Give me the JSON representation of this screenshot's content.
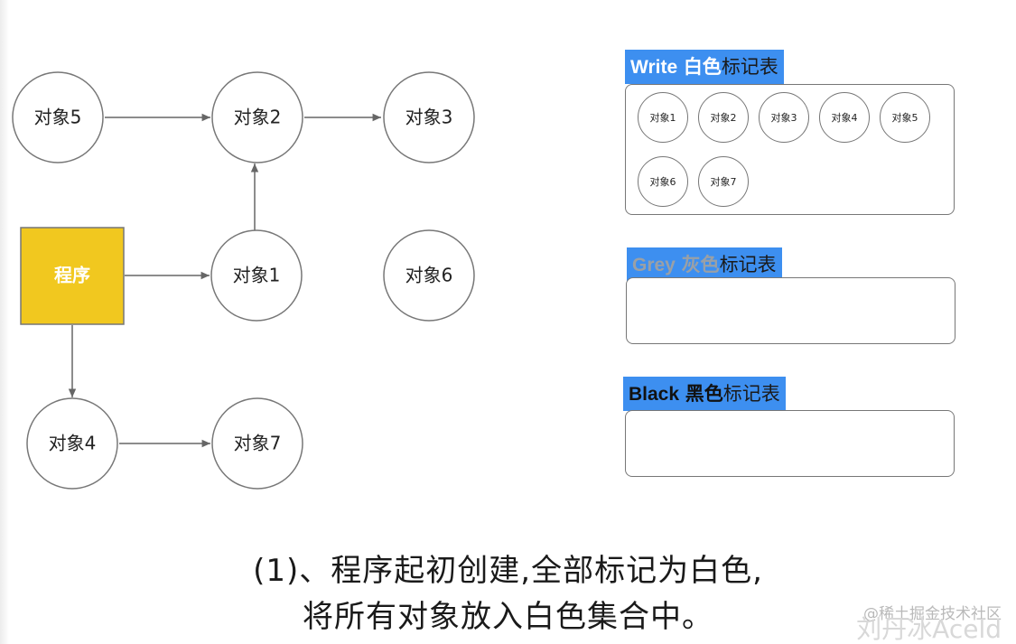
{
  "graph": {
    "program": "程序",
    "nodes": {
      "n5": "对象5",
      "n2": "对象2",
      "n3": "对象3",
      "n1": "对象1",
      "n6": "对象6",
      "n4": "对象4",
      "n7": "对象7"
    }
  },
  "tables": {
    "white": {
      "title_en": "Write",
      "title_color": "白色",
      "title_rest": "标记表",
      "items": [
        "对象1",
        "对象2",
        "对象3",
        "对象4",
        "对象5",
        "对象6",
        "对象7"
      ]
    },
    "grey": {
      "title_en": "Grey",
      "title_color": "灰色",
      "title_rest": "标记表",
      "items": []
    },
    "black": {
      "title_en": "Black",
      "title_color": "黑色",
      "title_rest": "标记表",
      "items": []
    }
  },
  "caption": {
    "line1": "(1)、程序起初创建,全部标记为白色,",
    "line2": "将所有对象放入白色集合中。"
  },
  "watermark": {
    "line1": "@稀土掘金技术社区",
    "line2": "刘丹冰Aceld"
  },
  "colors": {
    "program_fill": "#f1c81f",
    "title_bg": "#3d8ff0",
    "edge": "#666666"
  }
}
